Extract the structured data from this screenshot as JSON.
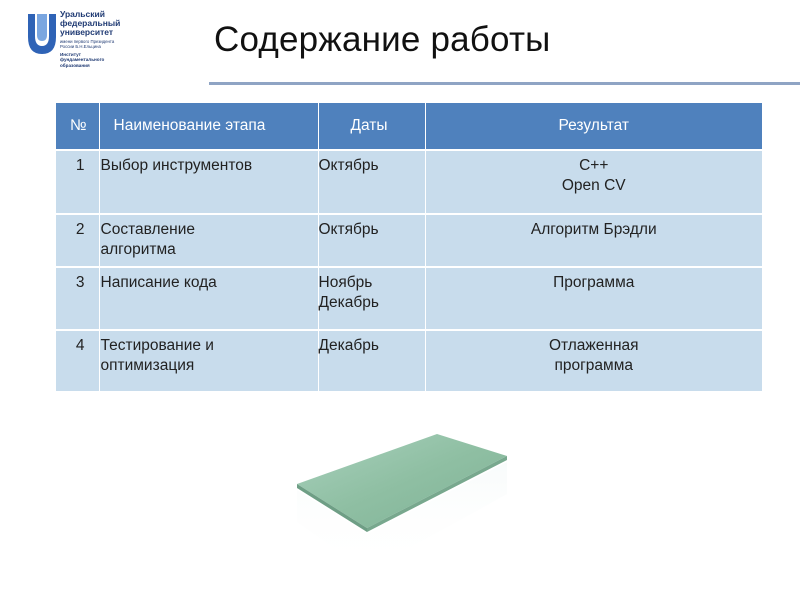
{
  "logo": {
    "name": "Уральский\nфедеральный\nуниверситет",
    "subtitle": "имени первого Президента\nРоссии Б.Н.Ельцина",
    "institute": "Институт\nфундаментального\nобразования",
    "color": "#1f3a73"
  },
  "title": "Содержание работы",
  "table": {
    "headers": [
      "№",
      "Наименование этапа",
      "Даты",
      "Результат"
    ],
    "rows": [
      {
        "num": "1",
        "name": "Выбор инструментов",
        "date": "Октябрь",
        "result": "C++\nOpen CV"
      },
      {
        "num": "2",
        "name": "Составление\nалгоритма",
        "date": "Октябрь",
        "result": "Алгоритм Брэдли"
      },
      {
        "num": "3",
        "name": "Написание кода",
        "date": "Ноябрь\nДекабрь",
        "result": "Программа"
      },
      {
        "num": "4",
        "name": "Тестирование и\nоптимизация",
        "date": "Декабрь",
        "result": "Отлаженная\nпрограмма"
      }
    ],
    "header_color": "#4f81bd",
    "cell_color": "#c8dcec"
  },
  "image": {
    "icon": "green-board-image",
    "color": "#8fbfa3"
  }
}
